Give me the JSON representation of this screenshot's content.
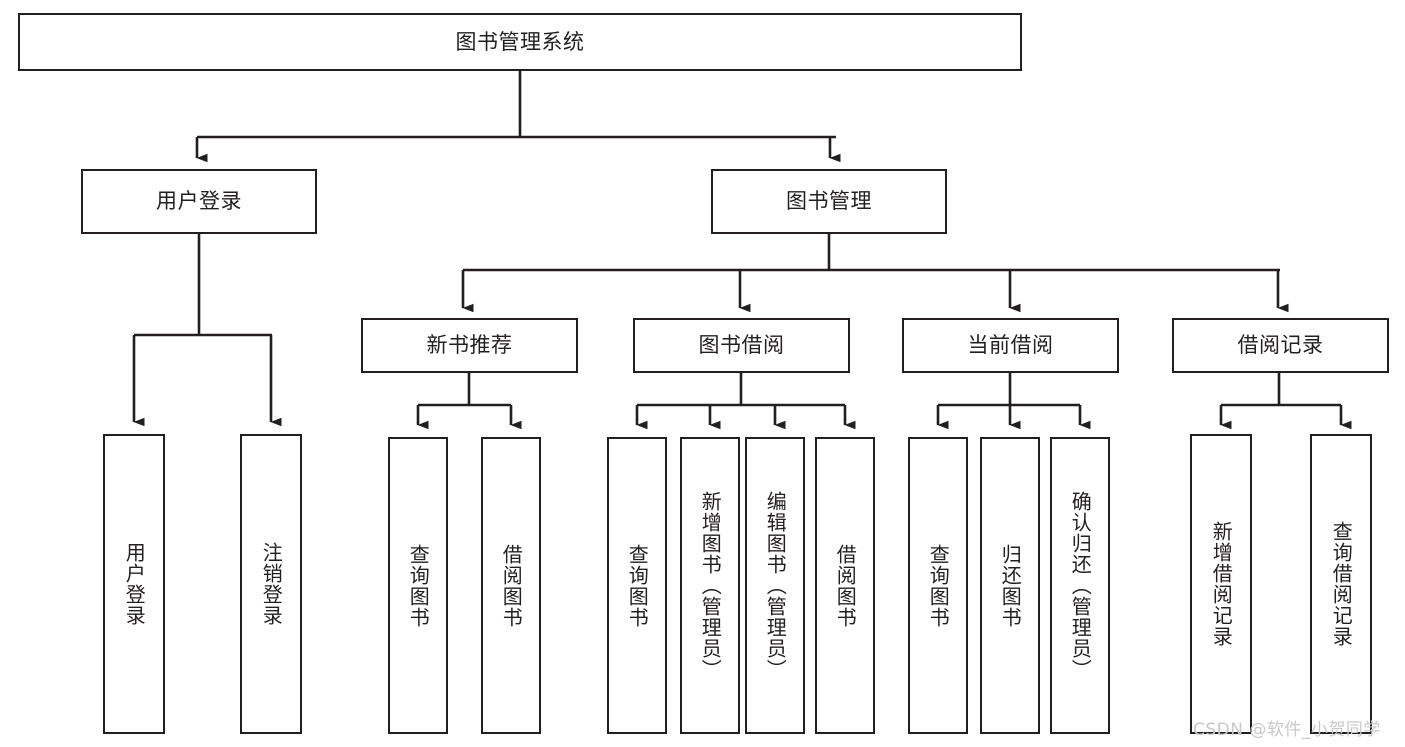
{
  "diagram": {
    "type": "tree",
    "title": "图书管理系统",
    "orientation": "top-down",
    "colors": {
      "line": "#231f20",
      "box_border": "#231f20",
      "box_fill": "#ffffff",
      "text": "#231f20",
      "watermark": "#c9c9c9",
      "background": "#ffffff"
    },
    "root": {
      "label": "图书管理系统"
    },
    "level2": [
      {
        "label": "用户登录"
      },
      {
        "label": "图书管理"
      }
    ],
    "level3": [
      {
        "label": "新书推荐"
      },
      {
        "label": "图书借阅"
      },
      {
        "label": "当前借阅"
      },
      {
        "label": "借阅记录"
      }
    ],
    "leaves": {
      "user_login": [
        {
          "label": "用户登录"
        },
        {
          "label": "注销登录"
        }
      ],
      "new_book_recommend": [
        {
          "label": "查询图书"
        },
        {
          "label": "借阅图书"
        }
      ],
      "book_borrow": [
        {
          "label": "查询图书"
        },
        {
          "label": "新增图书（管理员）"
        },
        {
          "label": "编辑图书（管理员）"
        },
        {
          "label": "借阅图书"
        }
      ],
      "current_borrow": [
        {
          "label": "查询图书"
        },
        {
          "label": "归还图书"
        },
        {
          "label": "确认归还（管理员）"
        }
      ],
      "borrow_record": [
        {
          "label": "新增借阅记录"
        },
        {
          "label": "查询借阅记录"
        }
      ]
    }
  },
  "watermark": {
    "text": "CSDN @软件_小贺同学"
  }
}
